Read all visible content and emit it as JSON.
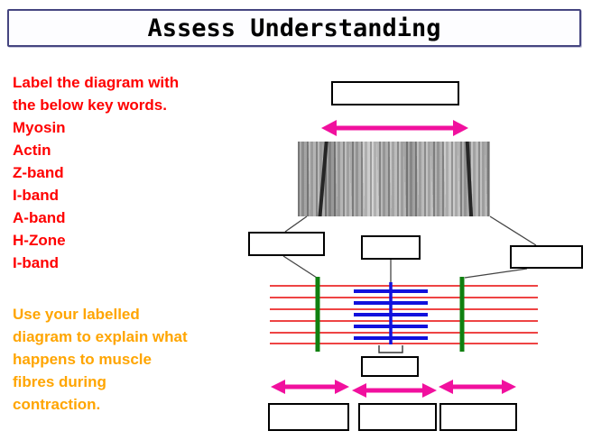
{
  "slide": {
    "title": "Assess Understanding"
  },
  "instructions": {
    "label_task": "Label the diagram with\nthe below key words.",
    "keywords": [
      "Myosin",
      "Actin",
      "Z-band",
      "I-band",
      "A-band",
      "H-Zone",
      "I-band"
    ],
    "explain_task": "Use your labelled\ndiagram to explain what\nhappens to muscle\nfibres during\ncontraction."
  },
  "diagram": {
    "micrograph": "striated-muscle-electron-micrograph",
    "icons": [
      "double-headed-arrow",
      "double-headed-arrow",
      "double-headed-arrow",
      "double-headed-arrow",
      "h-zone-bracket"
    ],
    "answer_boxes": [
      {
        "id": "top",
        "value": ""
      },
      {
        "id": "middle-left",
        "value": ""
      },
      {
        "id": "middle-center",
        "value": ""
      },
      {
        "id": "middle-right",
        "value": ""
      },
      {
        "id": "h-zone",
        "value": ""
      },
      {
        "id": "bottom-left",
        "value": ""
      },
      {
        "id": "bottom-center",
        "value": ""
      },
      {
        "id": "bottom-right",
        "value": ""
      }
    ]
  },
  "colors": {
    "title_border": "#454580",
    "red_text": "#ff0000",
    "orange_text": "#ffa500",
    "arrow_magenta": "#f1109e",
    "actin_red": "#ee4444",
    "z_band_green": "#108010",
    "myosin_blue": "#1111dd"
  }
}
